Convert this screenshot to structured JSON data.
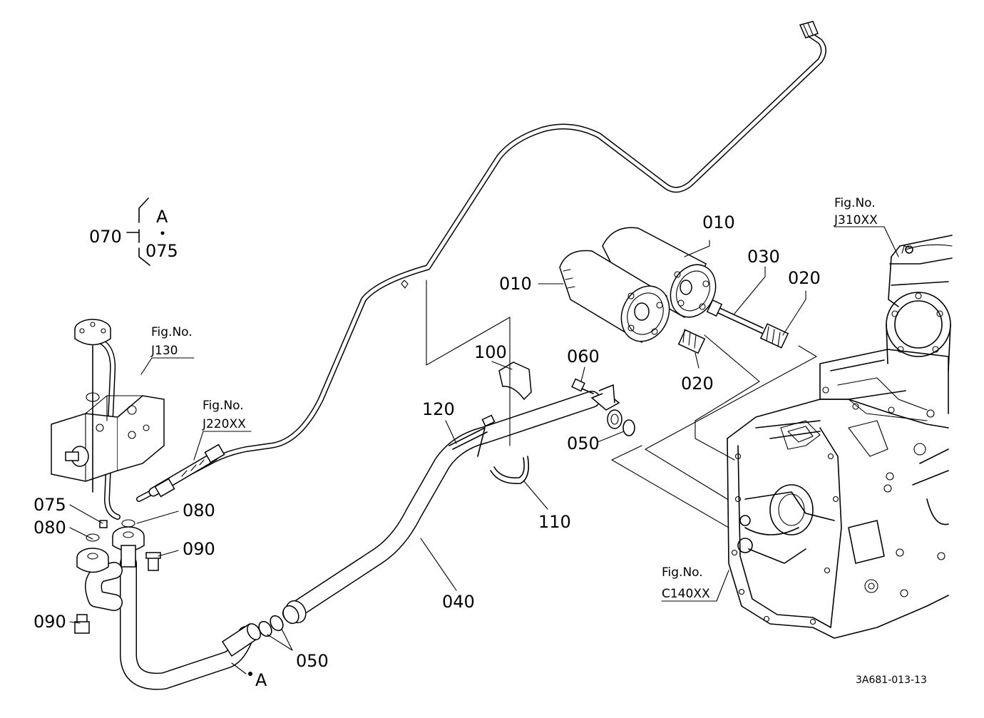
{
  "callouts": {
    "c010_top": "010",
    "c010_left": "010",
    "c030": "030",
    "c020_right": "020",
    "c020_low": "020",
    "c060": "060",
    "c050_mid": "050",
    "c050_low": "050",
    "c100": "100",
    "c110": "110",
    "c120": "120",
    "c040": "040",
    "c070": "070",
    "c075_group": "075",
    "c075_left": "075",
    "c080_right": "080",
    "c080_left": "080",
    "c090_right": "090",
    "c090_left": "090"
  },
  "markers": {
    "group_letter": "A",
    "end_letter": "A"
  },
  "figure_refs": {
    "j130": {
      "title": "Fig.No.",
      "number": "J130"
    },
    "j220": {
      "title": "Fig.No.",
      "number": "J220XX"
    },
    "j310": {
      "title": "Fig.No.",
      "number": "J310XX"
    },
    "c140": {
      "title": "Fig.No.",
      "number": "C140XX"
    }
  },
  "drawing_code": "3A681-013-13"
}
